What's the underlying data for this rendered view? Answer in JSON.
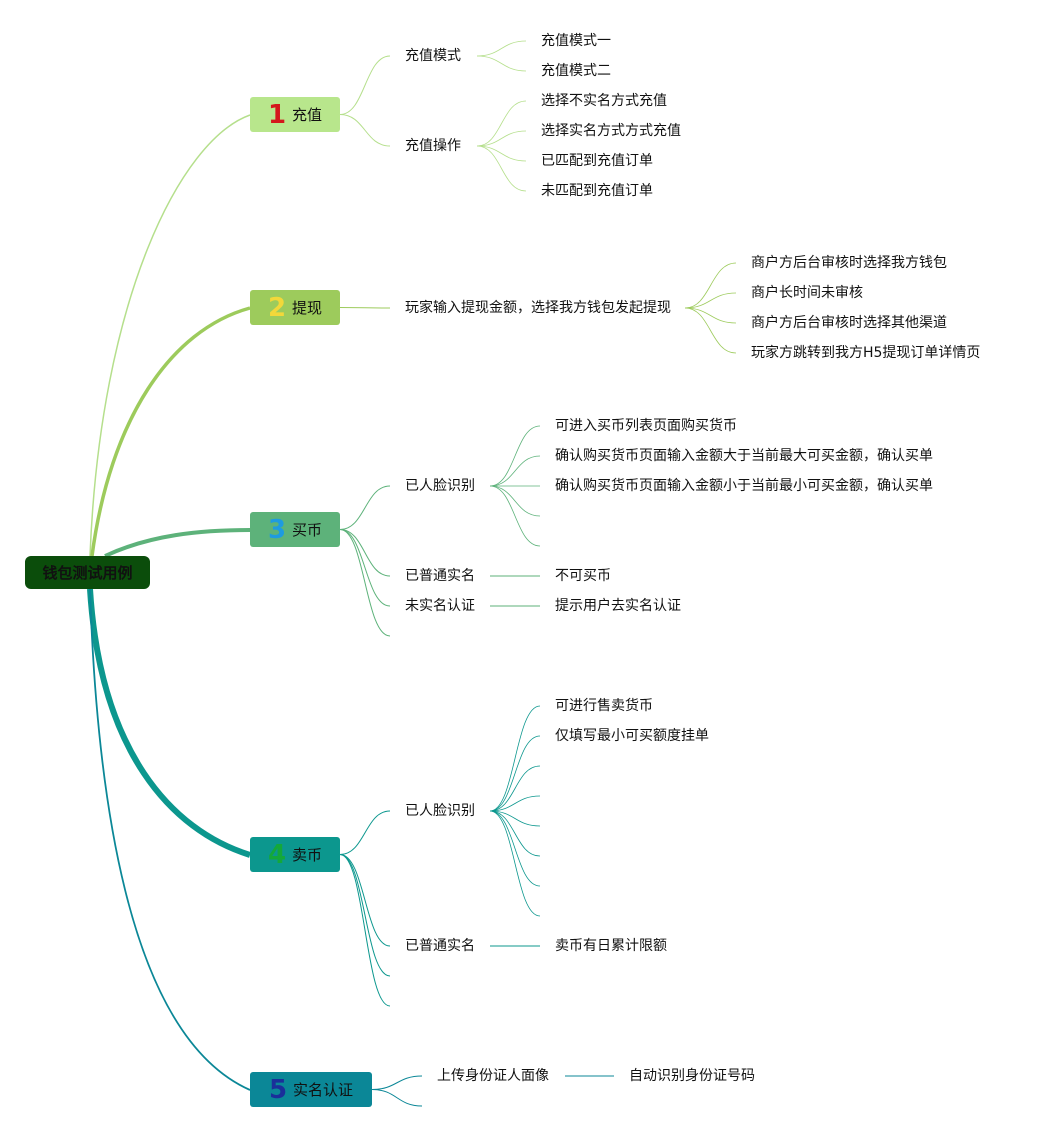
{
  "root": {
    "label": "钱包测试用例"
  },
  "branches": [
    {
      "num": "1",
      "label": "充值",
      "bg": "#b8e68c",
      "num_color": "#d4161c",
      "line": "#b5df8c",
      "children": [
        {
          "label": "充值模式",
          "children": [
            "充值模式一",
            "充值模式二"
          ]
        },
        {
          "label": "充值操作",
          "children": [
            "选择不实名方式充值",
            "选择实名方式方式充值",
            "已匹配到充值订单",
            "未匹配到充值订单"
          ]
        }
      ]
    },
    {
      "num": "2",
      "label": "提现",
      "bg": "#9dcb5c",
      "num_color": "#f2d83a",
      "line": "#9dcb5c",
      "children": [
        {
          "label": "玩家输入提现金额，选择我方钱包发起提现",
          "children": [
            "商户方后台审核时选择我方钱包",
            "商户长时间未审核",
            "商户方后台审核时选择其他渠道",
            "玩家方跳转到我方H5提现订单详情页"
          ]
        }
      ]
    },
    {
      "num": "3",
      "label": "买币",
      "bg": "#5db27a",
      "num_color": "#1e9be0",
      "line": "#5db27a",
      "children": [
        {
          "label": "已人脸识别",
          "children": [
            "可进入买币列表页面购买货币",
            "确认购买货币页面输入金额大于当前最大可买金额，确认买单",
            "确认购买货币页面输入金额小于当前最小可买金额，确认买单",
            "",
            ""
          ]
        },
        {
          "label": "已普通实名",
          "children": [
            "不可买币"
          ]
        },
        {
          "label": "未实名认证",
          "children": [
            "提示用户去实名认证"
          ]
        },
        {
          "label": "",
          "children": []
        }
      ]
    },
    {
      "num": "4",
      "label": "卖币",
      "bg": "#0c978e",
      "num_color": "#14a83a",
      "line": "#0c978e",
      "children": [
        {
          "label": "已人脸识别",
          "children": [
            "可进行售卖货币",
            "仅填写最小可买额度挂单",
            "",
            "",
            "",
            "",
            "",
            ""
          ]
        },
        {
          "label": "已普通实名",
          "children": [
            "卖币有日累计限额"
          ]
        },
        {
          "label": "",
          "children": []
        },
        {
          "label": "",
          "children": []
        }
      ]
    },
    {
      "num": "5",
      "label": "实名认证",
      "bg": "#0b8797",
      "num_color": "#1a2f9a",
      "line": "#0b8797",
      "children": [
        {
          "label": "上传身份证人面像",
          "children": [
            "自动识别身份证号码"
          ]
        },
        {
          "label": "",
          "children": []
        }
      ]
    }
  ]
}
